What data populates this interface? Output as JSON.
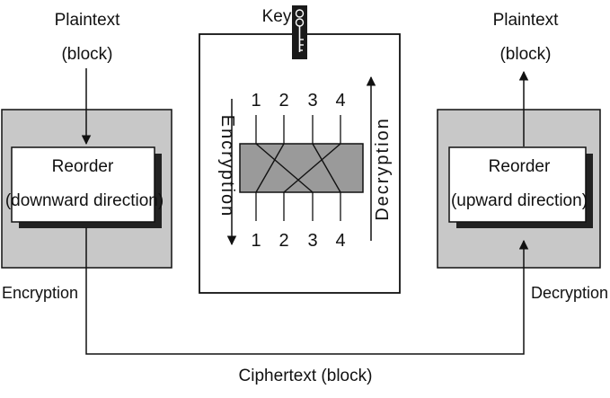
{
  "diagram": {
    "left_panel": {
      "input_label_line1": "Plaintext",
      "input_label_line2": "(block)",
      "box_line1": "Reorder",
      "box_line2": "(downward direction)",
      "side_label": "Encryption"
    },
    "right_panel": {
      "output_label_line1": "Plaintext",
      "output_label_line2": "(block)",
      "box_line1": "Reorder",
      "box_line2": "(upward direction)",
      "side_label": "Decryption"
    },
    "key_panel": {
      "key_label": "Key",
      "left_arrow_label": "Encryption",
      "right_arrow_label": "Decryption",
      "top_numbers": [
        "1",
        "2",
        "3",
        "4"
      ],
      "bottom_numbers": [
        "1",
        "2",
        "3",
        "4"
      ]
    },
    "bottom_label": "Ciphertext (block)"
  }
}
